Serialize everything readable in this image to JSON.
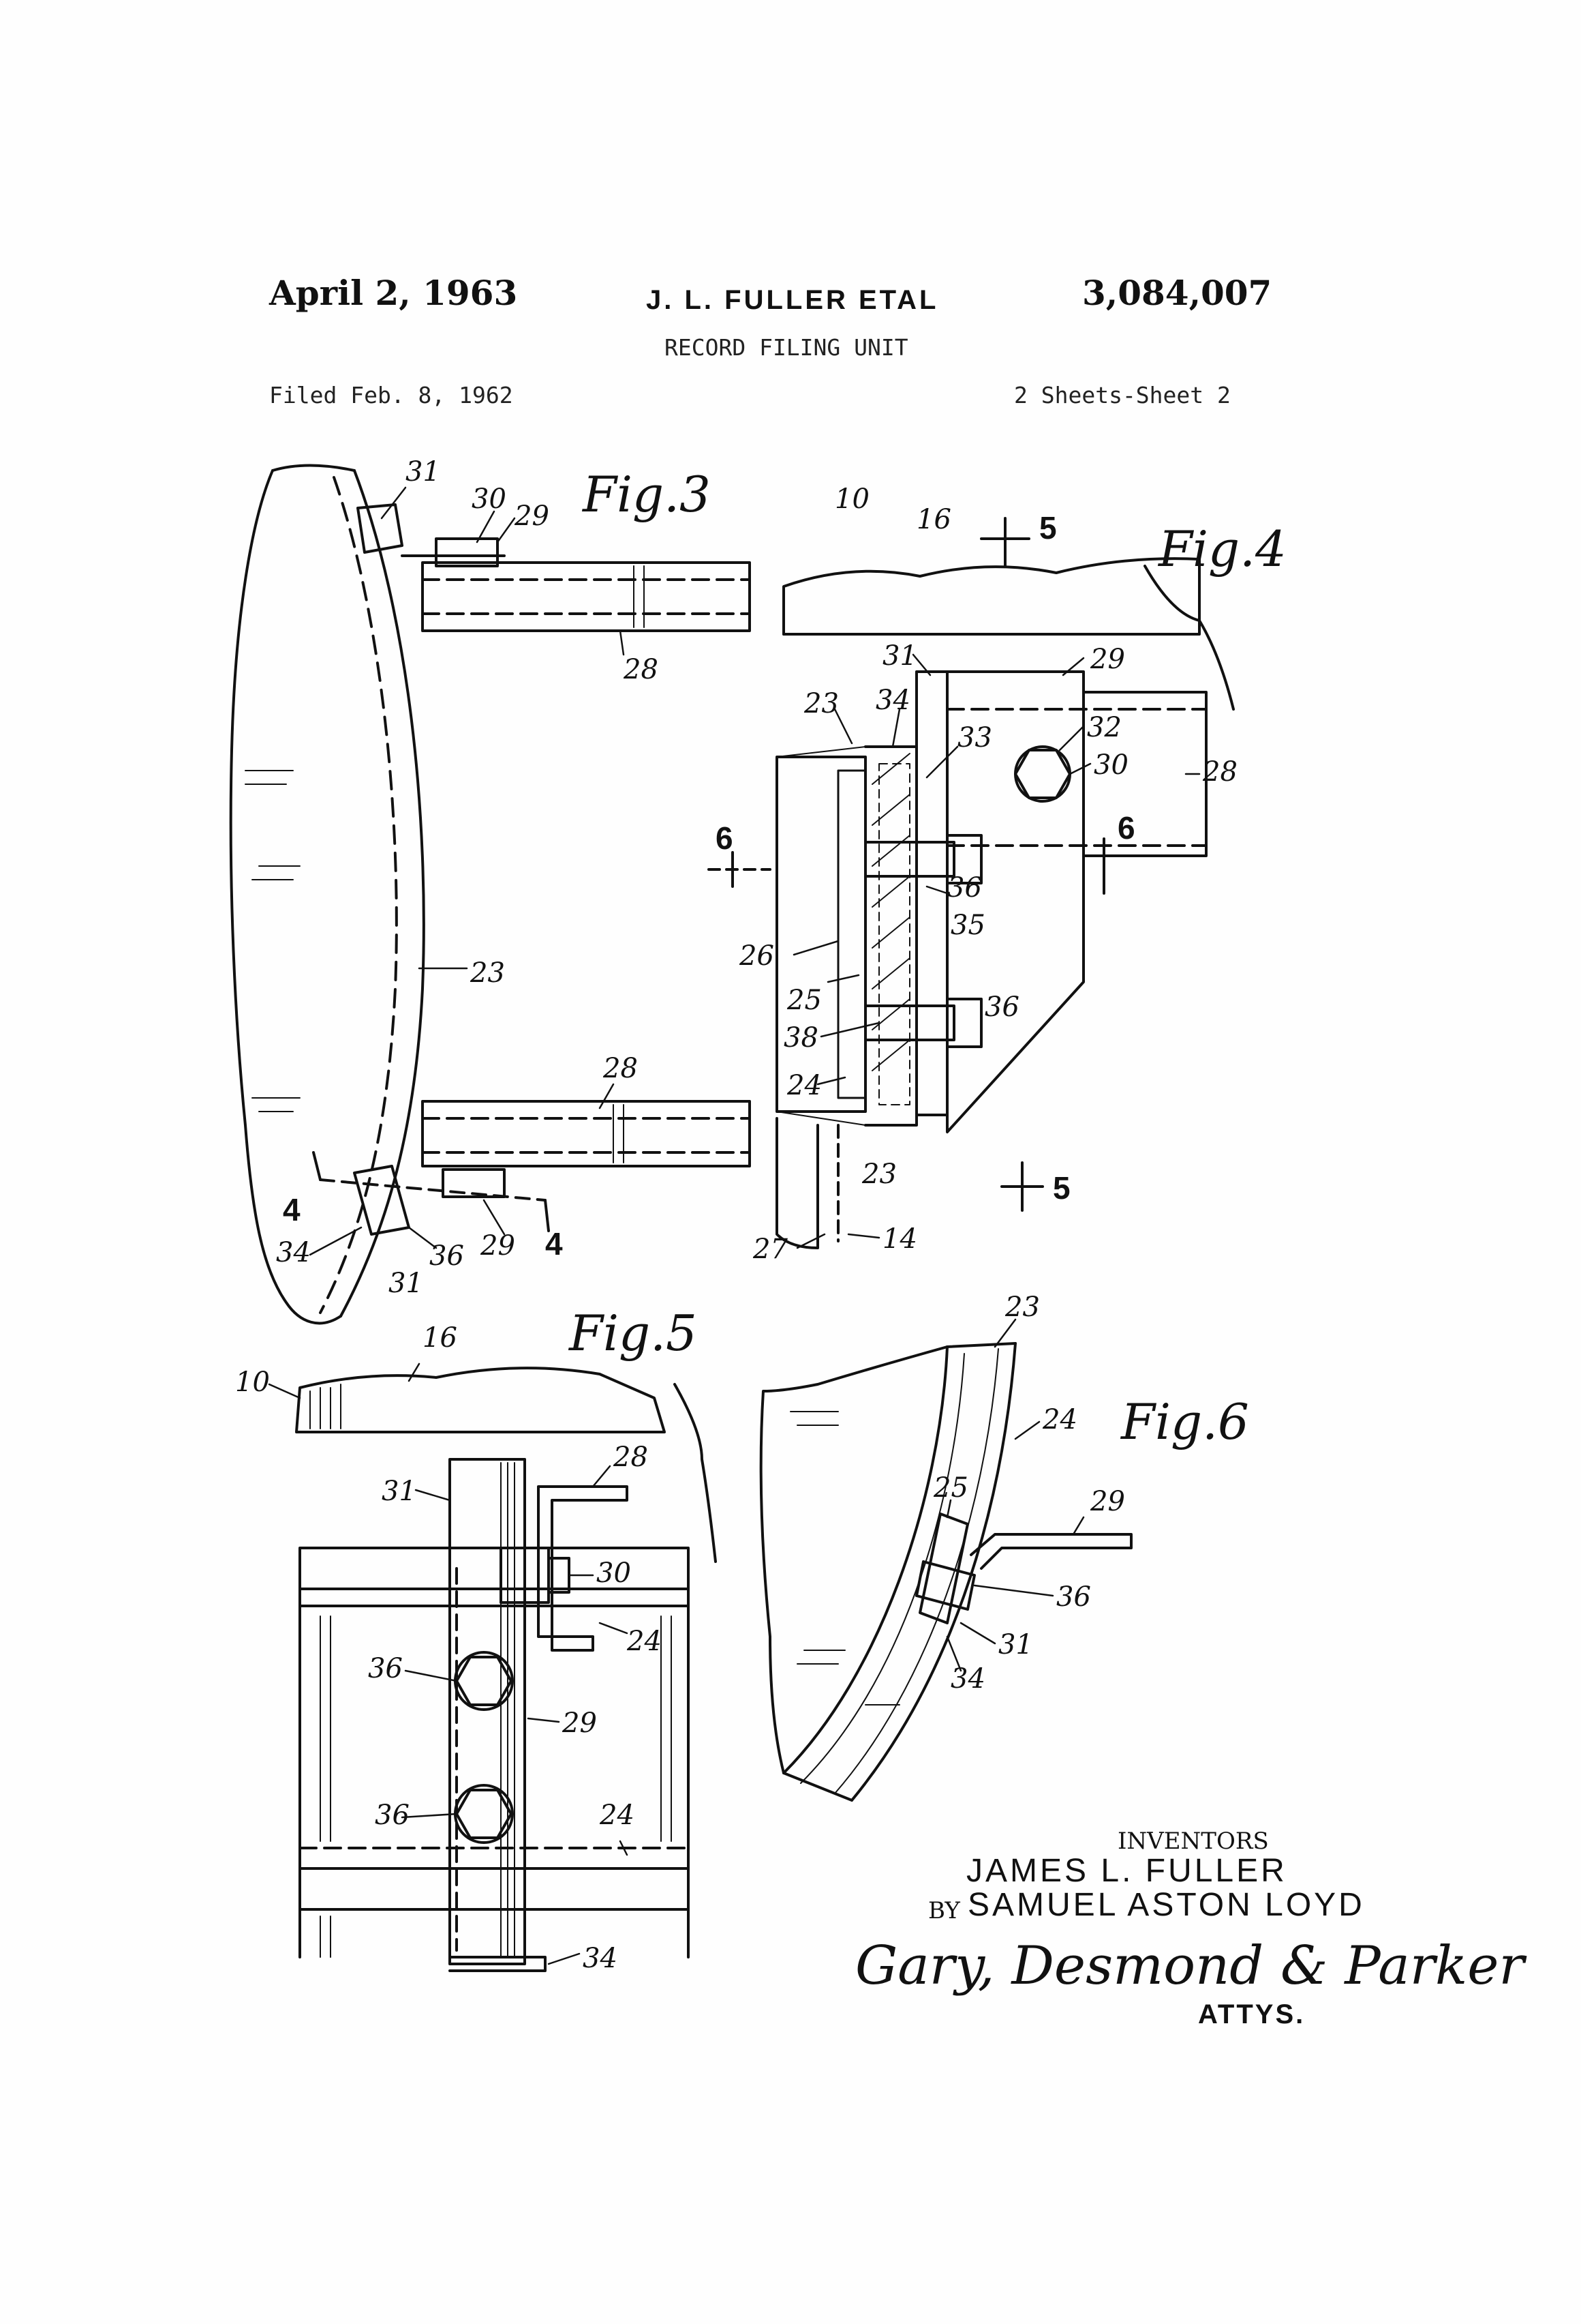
{
  "header": {
    "date": "April 2, 1963",
    "inventors_short": "J. L. FULLER ETAL",
    "patent_number": "3,084,007",
    "title": "RECORD FILING UNIT",
    "filed": "Filed Feb. 8, 1962",
    "sheets": "2 Sheets-Sheet 2"
  },
  "figures": {
    "fig3": {
      "label": "Fig.3",
      "refs": [
        "31",
        "30",
        "29",
        "28",
        "23",
        "28",
        "4",
        "4",
        "34",
        "36",
        "29",
        "31"
      ]
    },
    "fig4": {
      "label": "Fig.4",
      "refs": [
        "10",
        "16",
        "5",
        "31",
        "29",
        "23",
        "34",
        "32",
        "33",
        "30",
        "28",
        "6",
        "6",
        "36",
        "35",
        "26",
        "25",
        "36",
        "38",
        "24",
        "23",
        "5",
        "27",
        "14"
      ]
    },
    "fig5": {
      "label": "Fig.5",
      "refs": [
        "16",
        "10",
        "28",
        "31",
        "30",
        "24",
        "36",
        "29",
        "36",
        "24",
        "34"
      ]
    },
    "fig6": {
      "label": "Fig.6",
      "refs": [
        "23",
        "24",
        "25",
        "29",
        "36",
        "31",
        "34"
      ]
    }
  },
  "signature": {
    "inventors_label": "INVENTORS",
    "inventor1": "JAMES L. FULLER",
    "by": "BY",
    "inventor2": "SAMUEL ASTON LOYD",
    "attorneys_signature": "Gary, Desmond & Parker",
    "attorneys_label": "ATTYS."
  },
  "colors": {
    "ink": "#111111",
    "paper": "#fefefe"
  }
}
